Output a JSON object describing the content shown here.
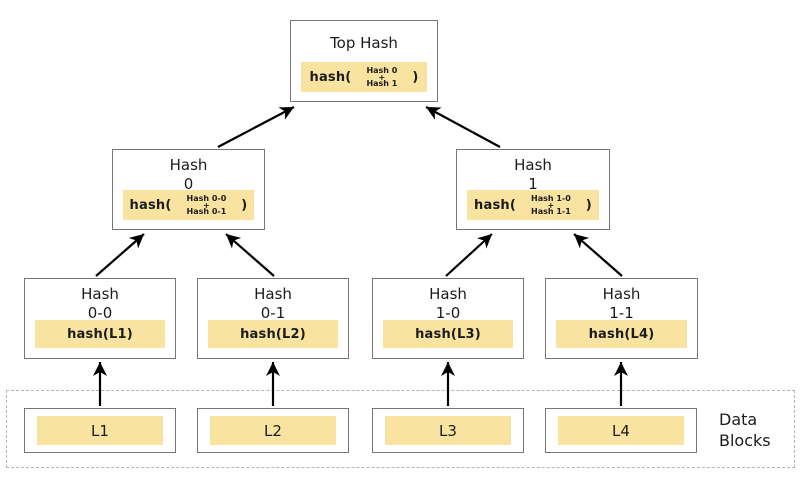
{
  "colors": {
    "highlight": "#F9E3A0",
    "box_border": "#757575",
    "dashed_border": "#b5b5b5",
    "arrow": "#000000"
  },
  "tree": {
    "root": {
      "title": "Top Hash",
      "hash_prefix": "hash(",
      "arg_top": "Hash 0",
      "operator": "+",
      "arg_bottom": "Hash 1",
      "hash_suffix": ")"
    },
    "level1": [
      {
        "title_line1": "Hash",
        "title_line2": "0",
        "hash_prefix": "hash(",
        "arg_top": "Hash 0-0",
        "operator": "+",
        "arg_bottom": "Hash 0-1",
        "hash_suffix": ")"
      },
      {
        "title_line1": "Hash",
        "title_line2": "1",
        "hash_prefix": "hash(",
        "arg_top": "Hash 1-0",
        "operator": "+",
        "arg_bottom": "Hash 1-1",
        "hash_suffix": ")"
      }
    ],
    "level2": [
      {
        "title_line1": "Hash",
        "title_line2": "0-0",
        "formula": "hash(L1)"
      },
      {
        "title_line1": "Hash",
        "title_line2": "0-1",
        "formula": "hash(L2)"
      },
      {
        "title_line1": "Hash",
        "title_line2": "1-0",
        "formula": "hash(L3)"
      },
      {
        "title_line1": "Hash",
        "title_line2": "1-1",
        "formula": "hash(L4)"
      }
    ],
    "data_blocks": {
      "label_line1": "Data",
      "label_line2": "Blocks",
      "blocks": [
        {
          "label": "L1"
        },
        {
          "label": "L2"
        },
        {
          "label": "L3"
        },
        {
          "label": "L4"
        }
      ]
    }
  }
}
